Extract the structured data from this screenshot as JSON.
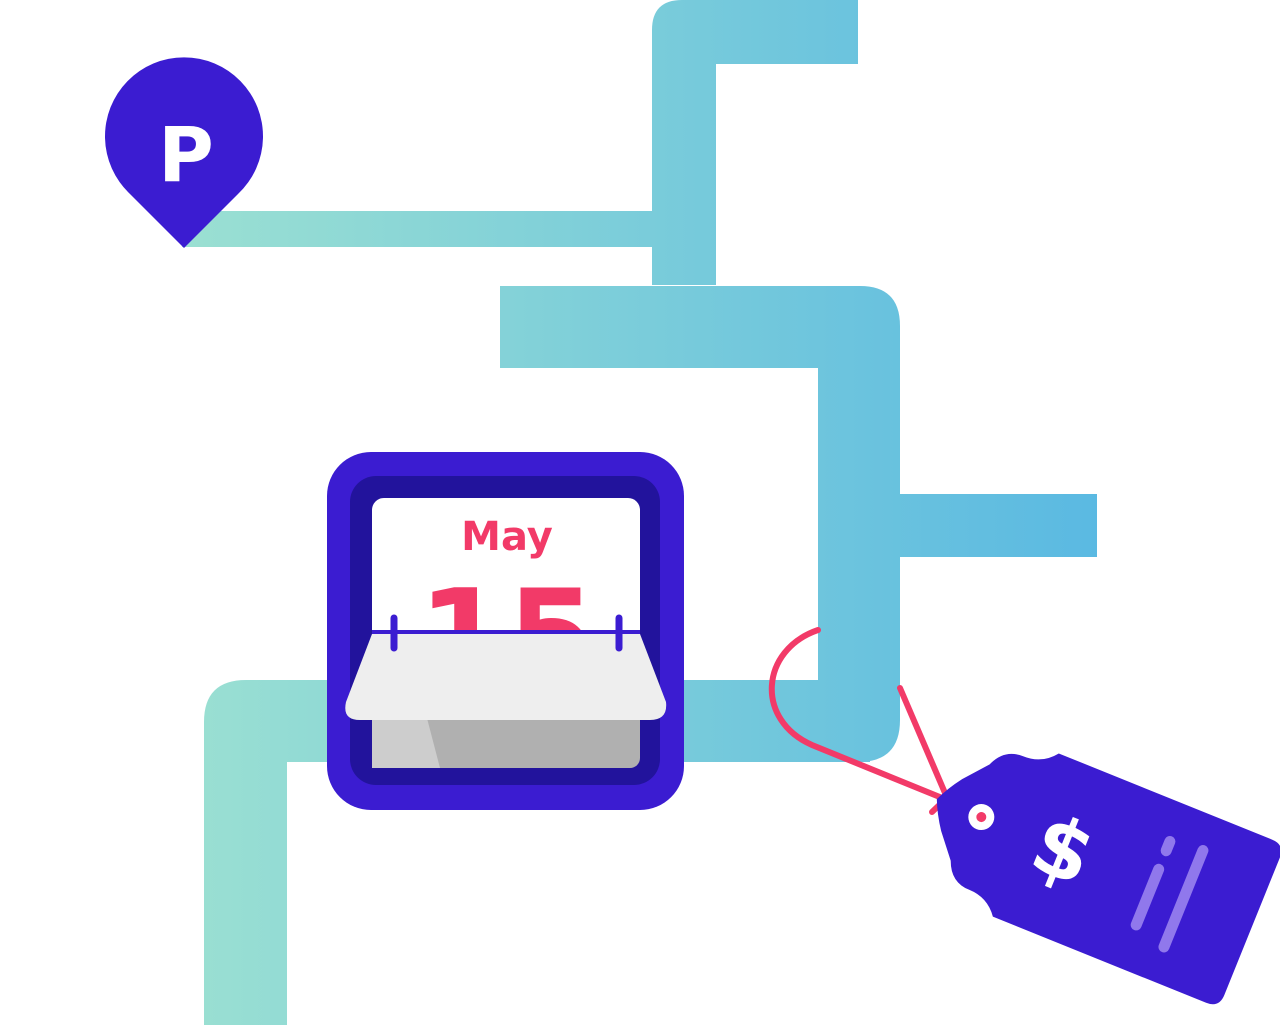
{
  "parking_marker": {
    "letter": "P"
  },
  "calendar": {
    "month": "May",
    "day": "15"
  },
  "price_tag": {
    "symbol": "$"
  },
  "colors": {
    "road_start": "#9be0d2",
    "road_end": "#5ab9e2",
    "primary": "#3b1cd1",
    "primary_dark": "#22139c",
    "accent": "#f23a68",
    "paper": "#ffffff",
    "paper_fold": "#eeeeee",
    "paper_base": "#b0b0b0",
    "tag_marks": "#9078ec"
  }
}
